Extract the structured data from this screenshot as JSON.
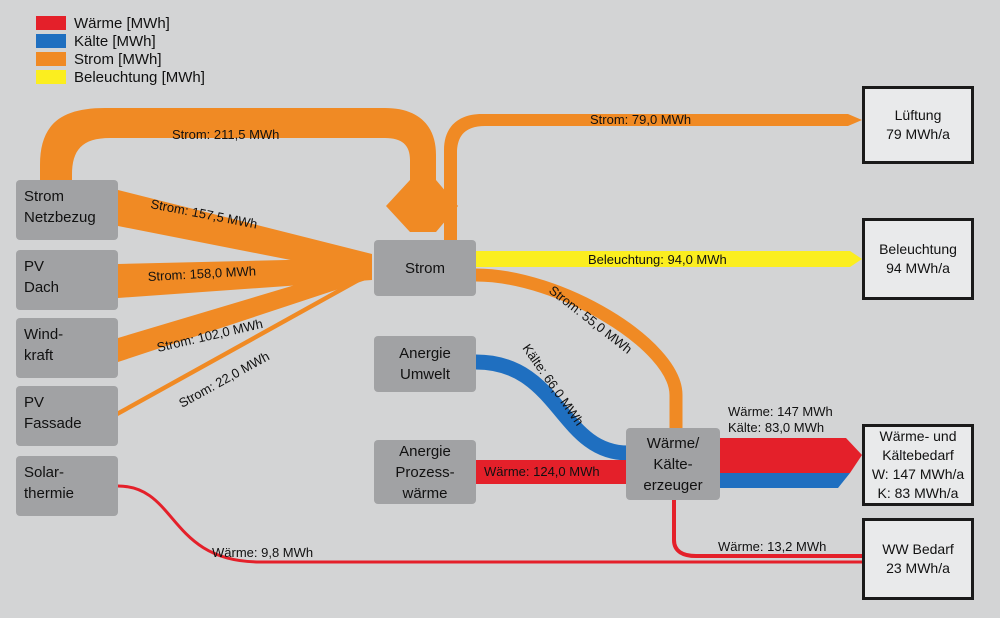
{
  "legend": [
    {
      "label": "Wärme [MWh]",
      "color": "#e4202a"
    },
    {
      "label": "Kälte [MWh]",
      "color": "#1f6fc0"
    },
    {
      "label": "Strom [MWh]",
      "color": "#f08a24"
    },
    {
      "label": "Beleuchtung [MWh]",
      "color": "#fbee1f"
    }
  ],
  "colors": {
    "waerme": "#e4202a",
    "kaelte": "#1f6fc0",
    "strom": "#f08a24",
    "beleuchtung": "#fbee1f"
  },
  "sources": {
    "strom_netzbezug": [
      "Strom",
      "Netzbezug"
    ],
    "pv_dach": [
      "PV",
      "Dach"
    ],
    "windkraft": [
      "Wind-",
      "kraft"
    ],
    "pv_fassade": [
      "PV",
      "Fassade"
    ],
    "solarthermie": [
      "Solar-",
      "thermie"
    ]
  },
  "hubs": {
    "strom": [
      "Strom"
    ],
    "anergie_umwelt": [
      "Anergie",
      "Umwelt"
    ],
    "anergie_prozess": [
      "Anergie",
      "Prozess-",
      "wärme"
    ],
    "erzeuger": [
      "Wärme/",
      "Kälte-",
      "erzeuger"
    ]
  },
  "sinks": {
    "lueftung": [
      "Lüftung",
      "79 MWh/a"
    ],
    "beleuchtung": [
      "Beleuchtung",
      "94 MWh/a"
    ],
    "bedarf": [
      "Wärme- und",
      "Kältebedarf",
      "W: 147 MWh/a",
      "K: 83 MWh/a"
    ],
    "ww": [
      "WW Bedarf",
      "23 MWh/a"
    ]
  },
  "flows": {
    "loop": "Strom: 211,5 MWh",
    "netz": "Strom: 157,5 MWh",
    "pvdach": "Strom: 158,0 MWh",
    "wind": "Strom: 102,0 MWh",
    "pvfassade": "Strom: 22,0 MWh",
    "lueftung": "Strom: 79,0 MWh",
    "beleuchtung": "Beleuchtung: 94,0 MWh",
    "erzeuger": "Strom: 55,0 MWh",
    "kaelte_umwelt": "Kälte: 66,0 MWh",
    "prozess": "Wärme: 124,0 MWh",
    "bedarf_w": "Wärme: 147 MWh",
    "bedarf_k": "Kälte: 83,0 MWh",
    "solar": "Wärme: 9,8 MWh",
    "ww": "Wärme: 13,2 MWh"
  }
}
